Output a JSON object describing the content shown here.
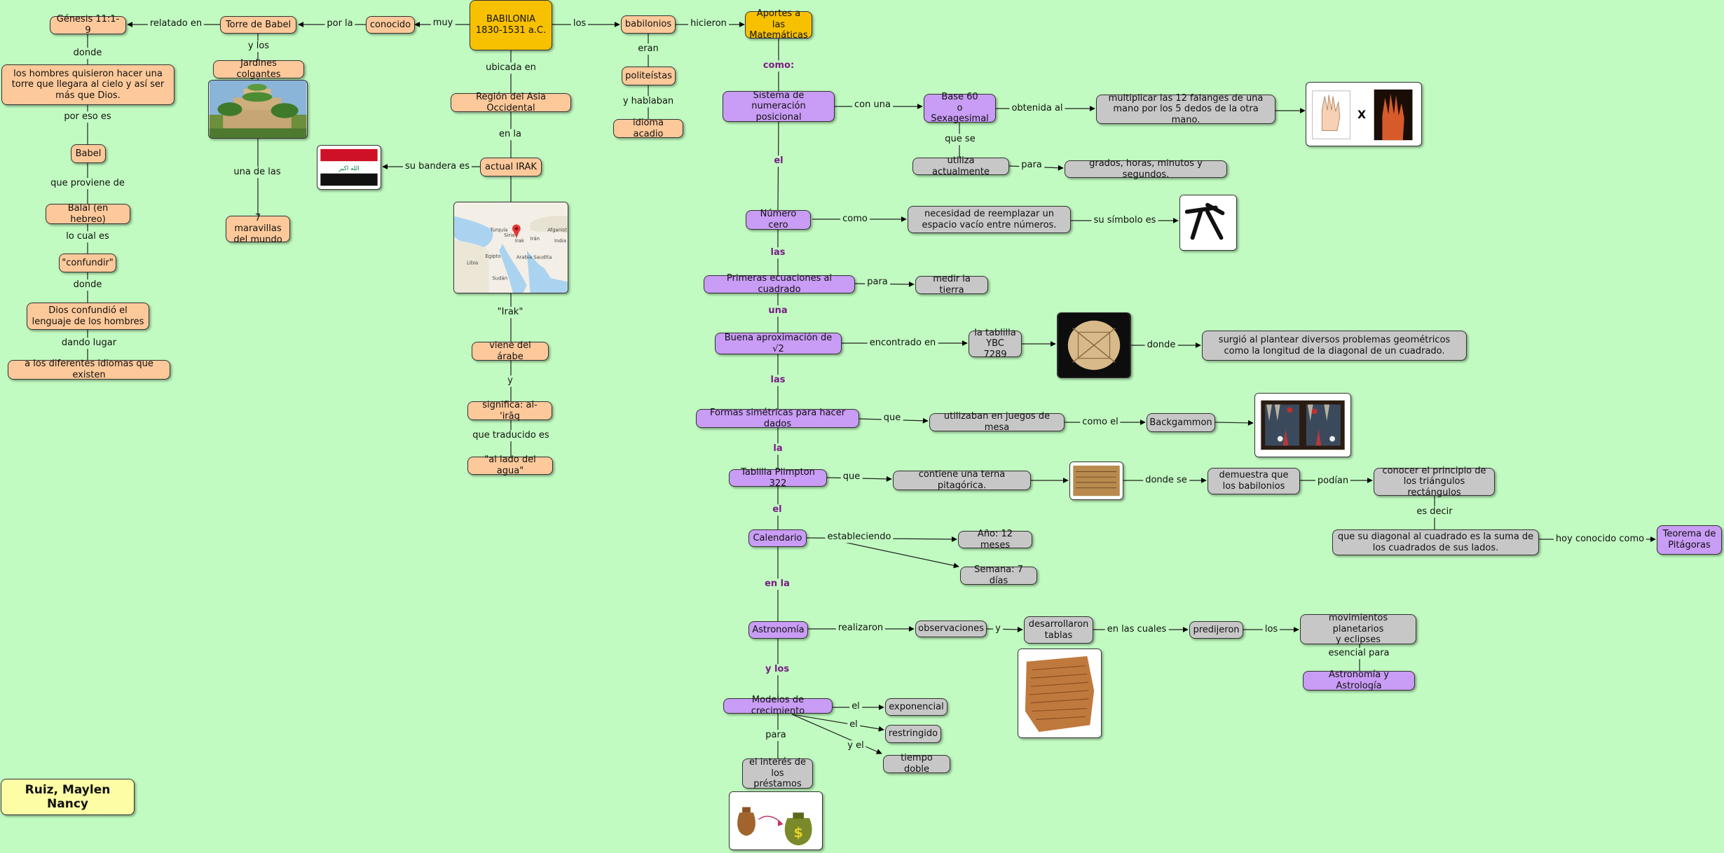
{
  "nodes": {
    "babilonia": "BABILONIA\n1830-1531 a.C.",
    "conocido": "conocido",
    "torre_babel": "Torre de Babel",
    "genesis": "Génesis 11:1-9",
    "hombres": "los hombres quisieron hacer una torre que llegara al cielo y así ser más que Dios.",
    "babel": "Babel",
    "balal": "Balal (en hebreo)",
    "confundir": "\"confundir\"",
    "dios_confundio": "Dios confundió el lenguaje de los hombres",
    "idiomas": "a los diferentes idiomas que existen",
    "jardines": "Jardines colgantes",
    "maravillas": "7 maravillas\ndel mundo",
    "region": "Región del Asia Occidental",
    "irak": "actual IRAK",
    "arabe": "viene del árabe",
    "significa": "significa: al-'irāq",
    "lado_agua": "\"al lado del agua\"",
    "babilonios": "babilonios",
    "politeistas": "politeístas",
    "acadio": "idioma acadio",
    "aportes": "Aportes a las\nMatemáticas",
    "sistema": "Sistema de numeración\nposicional",
    "base60": "Base 60\no Sexagesimal",
    "multiplicar": "multiplicar las 12 falanges de una mano por los 5 dedos de la otra mano.",
    "utiliza": "utiliza actualmente",
    "grados": "grados, horas, minutos y segundos.",
    "cero": "Número cero",
    "necesidad": "necesidad de reemplazar un espacio vacío entre números.",
    "ecuaciones": "Primeras ecuaciones al cuadrado",
    "medir": "medir la tierra",
    "aproximacion": "Buena aproximación de √2",
    "ybc": "la tablilla\nYBC 7289",
    "surgio": "surgió al plantear diversos problemas geométricos como la longitud de la diagonal de un cuadrado.",
    "formas": "Formas simétricas para hacer dados",
    "utilizaban": "utilizaban en juegos de mesa",
    "backgammon": "Backgammon",
    "plimpton": "Tablilla Plimpton 322",
    "terna": "contiene una terna pitagórica.",
    "demuestra": "demuestra que los babilonios",
    "conocer": "conocer el principio de los triángulos rectángulos",
    "diagonal": "que su diagonal al cuadrado es la suma de los cuadrados de sus lados.",
    "pitagoras": "Teorema de\nPitágoras",
    "calendario": "Calendario",
    "anio": "Año: 12 meses",
    "semana": "Semana: 7 días",
    "astronomia": "Astronomía",
    "observaciones": "observaciones",
    "tablas": "desarrollaron\ntablas",
    "predijeron": "predijeron",
    "movimientos": "movimientos planetarios\ny eclipses",
    "astrologia": "Astronomía y Astrología",
    "modelos": "Modelos de crecimiento",
    "exponencial": "exponencial",
    "restringido": "restringido",
    "tiempo_doble": "tiempo doble",
    "interes": "el interés de\nlos préstamos",
    "autor": "Ruiz, Maylen Nancy"
  },
  "links": {
    "muy": "muy",
    "por_la": "por la",
    "relatado_en": "relatado en",
    "donde1": "donde",
    "por_eso_es": "por eso es",
    "que_proviene_de": "que proviene de",
    "lo_cual_es": "lo cual es",
    "donde2": "donde",
    "dando_lugar": "dando lugar",
    "y_los1": "y los",
    "una_de_las": "una de las",
    "ubicada_en": "ubicada en",
    "en_la1": "en la",
    "su_bandera_es": "su bandera es",
    "irak_q": "\"Irak\"",
    "y1": "y",
    "que_traducido_es": "que traducido es",
    "los1": "los",
    "eran": "eran",
    "y_hablaban": "y hablaban",
    "hicieron": "hicieron",
    "como_main": "como:",
    "con_una": "con una",
    "obtenida_al": "obtenida al",
    "que_se": "que se",
    "para1": "para",
    "el1": "el",
    "como1": "como",
    "su_simbolo_es": "su símbolo es",
    "las1": "las",
    "para2": "para",
    "una": "una",
    "encontrado_en": "encontrado en",
    "donde3": "donde",
    "las2": "las",
    "que1": "que",
    "como_el": "como el",
    "la": "la",
    "que2": "que",
    "donde_se": "donde se",
    "podian": "podían",
    "es_decir": "es decir",
    "hoy_conocido_como": "hoy conocido como",
    "el2": "el",
    "estableciendo": "estableciendo",
    "en_la2": "en la",
    "realizaron": "realizaron",
    "y2": "y",
    "en_las_cuales": "en las cuales",
    "los2": "los",
    "esencial_para": "esencial para",
    "y_los2": "y los",
    "el3": "el",
    "el4": "el",
    "y_el": "y el",
    "para3": "para"
  },
  "images": {
    "flag_text": "الله اكبر",
    "map_labels": [
      "Turquía",
      "Siria",
      "Irak",
      "Irán",
      "Afganist.",
      "Egipto",
      "Arabia Saudita",
      "Libia",
      "Sudán",
      "India"
    ],
    "hand_x": "X",
    "money_symbol": "$"
  },
  "colors": {
    "background": "#c1fbc1",
    "orange_node": "#fdc99a",
    "gold_node": "#f8c100",
    "purple_node": "#c99cf5",
    "gray_node": "#c7c7c7",
    "author_node": "#fdfda6",
    "purple_label": "#7a1a86"
  }
}
